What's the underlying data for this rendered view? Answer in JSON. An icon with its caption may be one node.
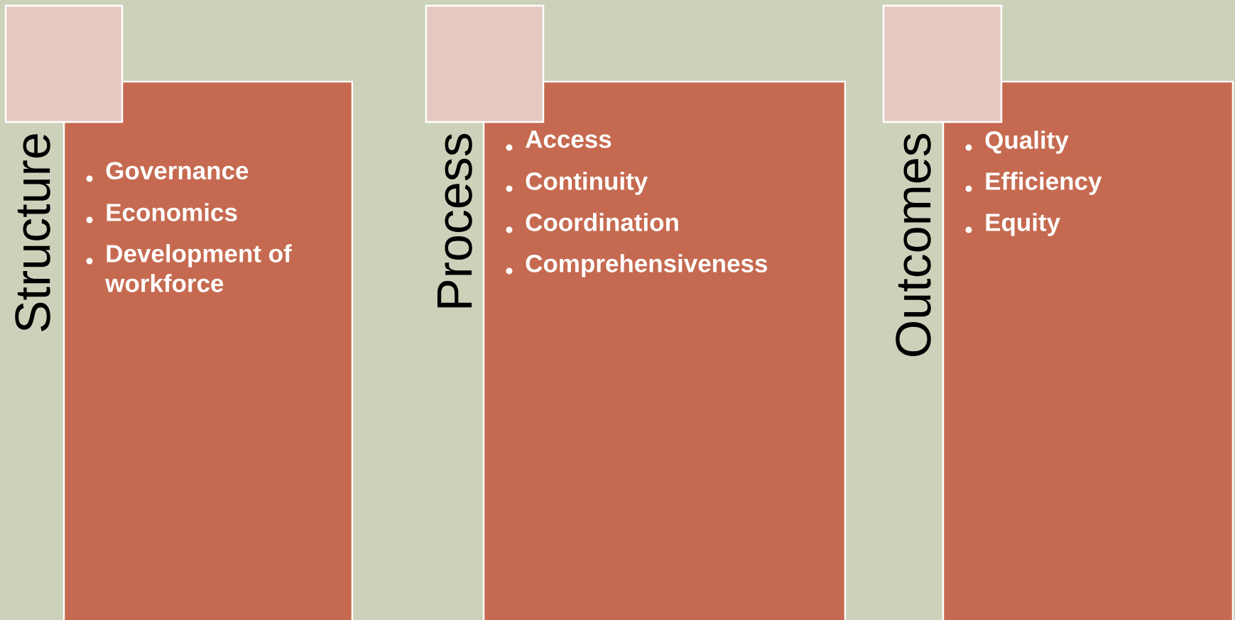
{
  "diagram": {
    "nodes": [
      {
        "text": [],
        "shape": "box"
      },
      {
        "text": [
          "Structure",
          "Governance",
          "Economics",
          "Development of workforce"
        ]
      },
      {
        "text": [],
        "shape": "box"
      },
      {
        "text": [
          "Process",
          "Access",
          "Continuity",
          "Coordination",
          "Comprehensiveness"
        ]
      },
      {
        "text": [],
        "shape": "box"
      },
      {
        "text": [
          "Outcomes",
          "Quality",
          "Efficiency",
          "Equity"
        ]
      }
    ]
  }
}
